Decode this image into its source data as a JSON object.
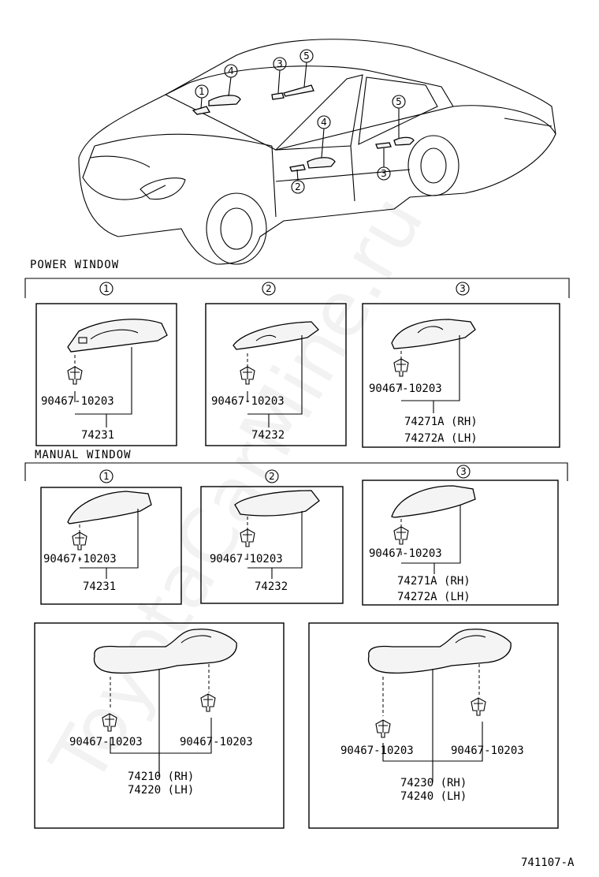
{
  "watermark": "ToyotaCarMine.ru",
  "diagram_code": "741107-A",
  "sections": {
    "power": "POWER WINDOW",
    "manual": "MANUAL WINDOW"
  },
  "callouts": [
    "1",
    "2",
    "3",
    "4",
    "5"
  ],
  "parts": {
    "clip": "90467-10203",
    "p1": "74231",
    "p2": "74232",
    "p3_rh": "74271A (RH)",
    "p3_lh": "74272A (LH)",
    "p4_rh": "74210 (RH)",
    "p4_lh": "74220 (LH)",
    "p5_rh": "74230 (RH)",
    "p5_lh": "74240 (LH)"
  }
}
